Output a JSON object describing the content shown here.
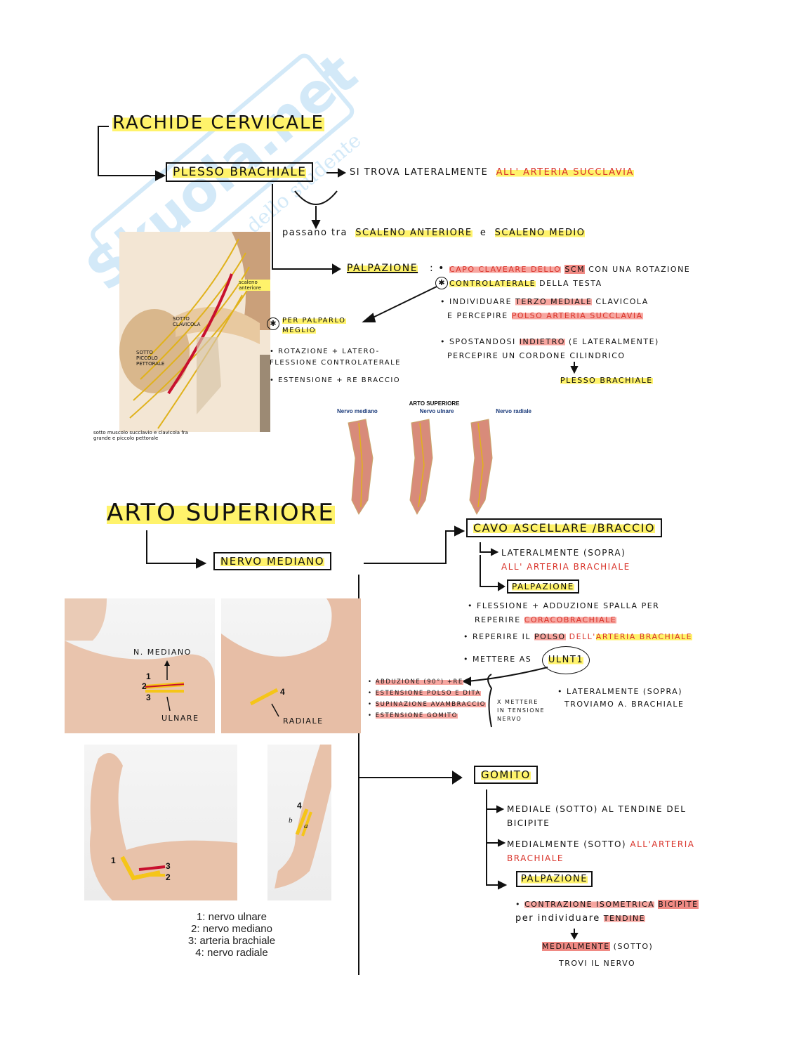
{
  "watermark": {
    "brand": "Skuola.net",
    "tagline": "il paradiso dello studente"
  },
  "sec1": {
    "title": "RACHIDE CERVICALE",
    "plesso": "PLESSO BRACHIALE",
    "trova_prefix": "SI TROVA LATERALMENTE",
    "trova_hl": "ALL' ARTERIA SUCCLAVIA",
    "passano": "passano tra",
    "scaleno_ant": "SCALENO ANTERIORE",
    "e": "e",
    "scaleno_medio": "SCALENO MEDIO",
    "palpazione": "PALPAZIONE",
    "p1_a": "CAPO CLAVEARE dello",
    "p1_scm": "SCM",
    "p1_b": "con una ROTAZIONE",
    "p1_c": "CONTROLATERALE",
    "p1_d": "della TESTA",
    "p2_a": "individuare",
    "p2_hl": "TERZO MEDIALE",
    "p2_b": "clavicola",
    "p2_c": "e percepire",
    "p2_hl2": "POLSO ARTERIA SUCCLAVIA",
    "p3_a": "spostandosi",
    "p3_hl": "INDIETRO",
    "p3_b": "(E LATERALMENTE)",
    "p3_c": "percepire un cordone cilindrico",
    "p3_res": "PLESSO BRACHIALE",
    "per_palpar": "PER PALPARLO MEGLIO",
    "rot": "ROTAZIONE + LATERO-FLESSIONE CONTROLATERALE",
    "est": "ESTENSIONE + RE BRACCIO",
    "scaleno_label": "scaleno anteriore",
    "sotto_clav": "SOTTO CLAVICOLA",
    "sotto_pic": "SOTTO PICCOLO PETTORALE",
    "caption": "sotto muscolo succlavio e clavicola fra grande e piccolo pettorale"
  },
  "atlas": {
    "title": "ARTO SUPERIORE",
    "cols": [
      "Nervo mediano",
      "Nervo ulnare",
      "Nervo radiale"
    ]
  },
  "sec2": {
    "title": "ARTO SUPERIORE",
    "nervo": "NERVO MEDIANO",
    "cavo": "CAVO ASCELLARE /BRACCIO",
    "lat1": "LATERALMENTE (SOPRA)",
    "lat1_red": "ALL' ARTERIA BRACHIALE",
    "palp": "PALPAZIONE",
    "fless_a": "FLESSIONE + ADDUZIONE spalla per",
    "fless_b": "reperire",
    "fless_hl": "CORACOBRACHIALE",
    "rep_a": "REPERIRE IL",
    "rep_polso": "POLSO",
    "rep_b": "dell'",
    "rep_hl": "ARTERIA BRACHIALE",
    "metter": "METTERE AS",
    "ulnt": "ULNT1",
    "ab1": "ABDUZIONE (90°) +RE",
    "ab2": "ESTENSIONE POLSO E DITA",
    "ab3": "SUPINAZIONE avambraccio",
    "ab4": "ESTENSIONE GOMITO",
    "xmet": "X METTERE IN TENSIONE NERVO",
    "lat2_a": "LATERALMENTE (SOPRA)",
    "lat2_b": "TROVIAMO A. BRACHIALE",
    "gomito": "GOMITO",
    "g1_a": "MEDIALE (SOTTO) al TENDINE del",
    "g1_b": "BICIPITE",
    "g2_a": "MEDIALMENTE (SOTTO)",
    "g2_red": "ALL'ARTERIA BRACHIALE",
    "palp2": "PALPAZIONE",
    "c_a": "CONTRAZIONE ISOMETRICA",
    "c_hl": "BICIPITE",
    "c_b": "per individuare",
    "c_hl2": "TENDINE",
    "med_hl": "MEDIALMENTE",
    "med_b": "(SOTTO)",
    "trovi": "TROVI IL NERVO"
  },
  "photos": {
    "n_mediano": "N. MEDIANO",
    "ulnare": "ULNARE",
    "radiale": "RADIALE",
    "n1": "1",
    "n2": "2",
    "n3": "3",
    "n4": "4",
    "a": "a",
    "b": "b"
  },
  "legend": [
    "1: nervo ulnare",
    "2: nervo mediano",
    "3: arteria brachiale",
    "4: nervo radiale"
  ],
  "colors": {
    "highlight_yellow": "#fff36b",
    "highlight_red": "#f7a6a0",
    "red_text": "#d9342b",
    "nerve_yellow": "#f5c518",
    "artery_red": "#c8102e"
  }
}
